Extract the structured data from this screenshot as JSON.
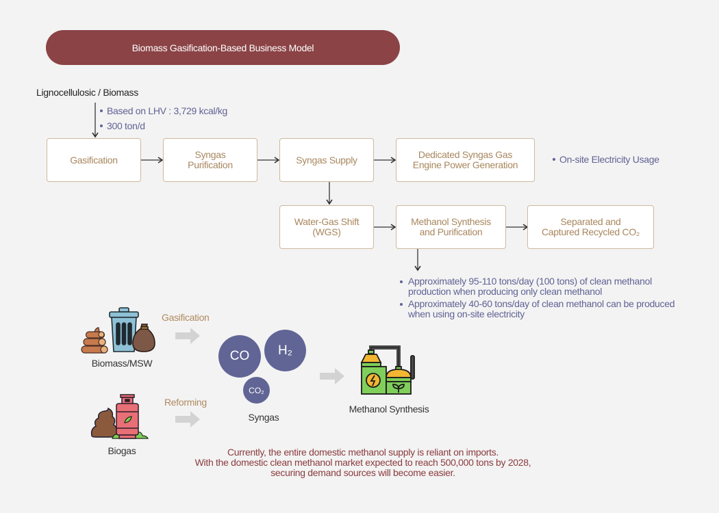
{
  "title": "Biomass Gasification-Based Business Model",
  "source": {
    "label": "Lignocellulosic / Biomass",
    "notes": [
      "Based on LHV : 3,729 kcal/kg",
      "300 ton/d"
    ]
  },
  "flow": {
    "row1": [
      "Gasification",
      "Syngas\nPurification",
      "Syngas Supply",
      "Dedicated Syngas Gas\nEngine Power Generation"
    ],
    "row1_note": "On-site Electricity Usage",
    "row2": [
      "Water-Gas Shift\n(WGS)",
      "Methanol Synthesis\nand Purification",
      "Separated and\nCaptured Recycled CO₂"
    ]
  },
  "outputs": [
    "Approximately 95-110 tons/day (100 tons) of clean methanol production when producing only clean methanol",
    "Approximately 40-60 tons/day of clean methanol can be produced when using on-site electricity"
  ],
  "illustration": {
    "feedstocks": [
      {
        "caption": "Biomass/MSW",
        "process": "Gasification",
        "icon": "waste-bin-logs-bag-icon"
      },
      {
        "caption": "Biogas",
        "process": "Reforming",
        "icon": "gas-cylinder-icon"
      }
    ],
    "syngas": {
      "caption": "Syngas",
      "molecules": [
        "CO",
        "H₂",
        "CO₂"
      ]
    },
    "product": {
      "caption": "Methanol Synthesis",
      "icon": "plant-factory-icon"
    }
  },
  "footer": [
    "Currently, the entire domestic methanol supply is reliant on imports.",
    "With the domestic clean methanol market expected to reach 500,000 tons by 2028,",
    "securing demand sources will become easier."
  ],
  "colors": {
    "title_bg": "#8b4346",
    "box_border": "#cdb89c",
    "box_text": "#a8875e",
    "note_text": "#5f6294",
    "molecule_fill": "#616595",
    "footer_text": "#8b3b3e"
  }
}
